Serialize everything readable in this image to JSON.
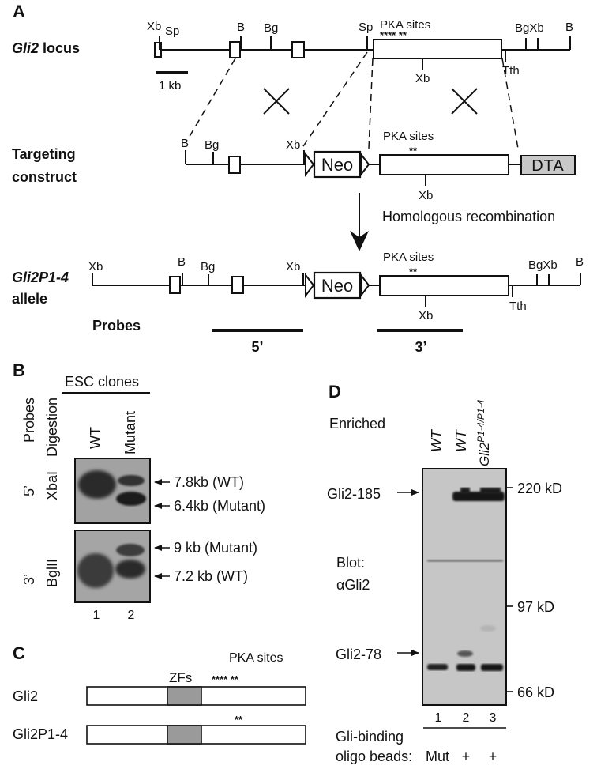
{
  "panels": {
    "a": "A",
    "b": "B",
    "c": "C",
    "d": "D"
  },
  "panel_a": {
    "row_gli2_locus": {
      "label_italic": "Gli2",
      "label_rest": " locus"
    },
    "row_targeting": {
      "line1": "Targeting",
      "line2": "construct"
    },
    "row_allele": {
      "label_italic": "Gli2P1-4",
      "line2": "allele"
    },
    "probes_label": "Probes",
    "probe_5": "5’",
    "probe_3": "3’",
    "scale_bar": "1 kb",
    "pka_sites": "PKA sites",
    "stars_locus": "**** **",
    "stars_two": "**",
    "neo": "Neo",
    "dta": "DTA",
    "homologous": "Homologous recombination",
    "sites": {
      "xb": "Xb",
      "sp": "Sp",
      "b": "B",
      "bg": "Bg",
      "tth": "Tth",
      "bgxb": "BgXb"
    }
  },
  "panel_b": {
    "esc_clones": "ESC clones",
    "probes_header": "Probes",
    "digestion_header": "Digestion",
    "lane_wt": "WT",
    "lane_mutant": "Mutant",
    "probe_5": "5’",
    "probe_3": "3’",
    "enzyme_xbai": "XbaI",
    "enzyme_bglii": "BglII",
    "band_1": "7.8kb (WT)",
    "band_2": "6.4kb (Mutant)",
    "band_3": "9 kb (Mutant)",
    "band_4": "7.2 kb (WT)",
    "lane_num_1": "1",
    "lane_num_2": "2"
  },
  "panel_c": {
    "zfs": "ZFs",
    "pka_sites": "PKA sites",
    "stars_full": "**** **",
    "stars_two": "**",
    "row_gli2": "Gli2",
    "row_mut": "Gli2P1-4"
  },
  "panel_d": {
    "enriched": "Enriched",
    "lane1": "WT",
    "lane2": "WT",
    "lane3_base": "Gli2",
    "lane3_sup": "P1-4/P1-4",
    "gli2_185": "Gli2-185",
    "gli2_78": "Gli2-78",
    "blot_line1": "Blot:",
    "blot_line2": "αGli2",
    "mw_220": "220 kD",
    "mw_97": "97 kD",
    "mw_66": "66 kD",
    "lane_num_1": "1",
    "lane_num_2": "2",
    "lane_num_3": "3",
    "beads_line1": "Gli-binding",
    "beads_line2": "oligo beads:",
    "beads_mut": "Mut",
    "beads_plus_2": "+",
    "beads_plus_3": "+"
  }
}
